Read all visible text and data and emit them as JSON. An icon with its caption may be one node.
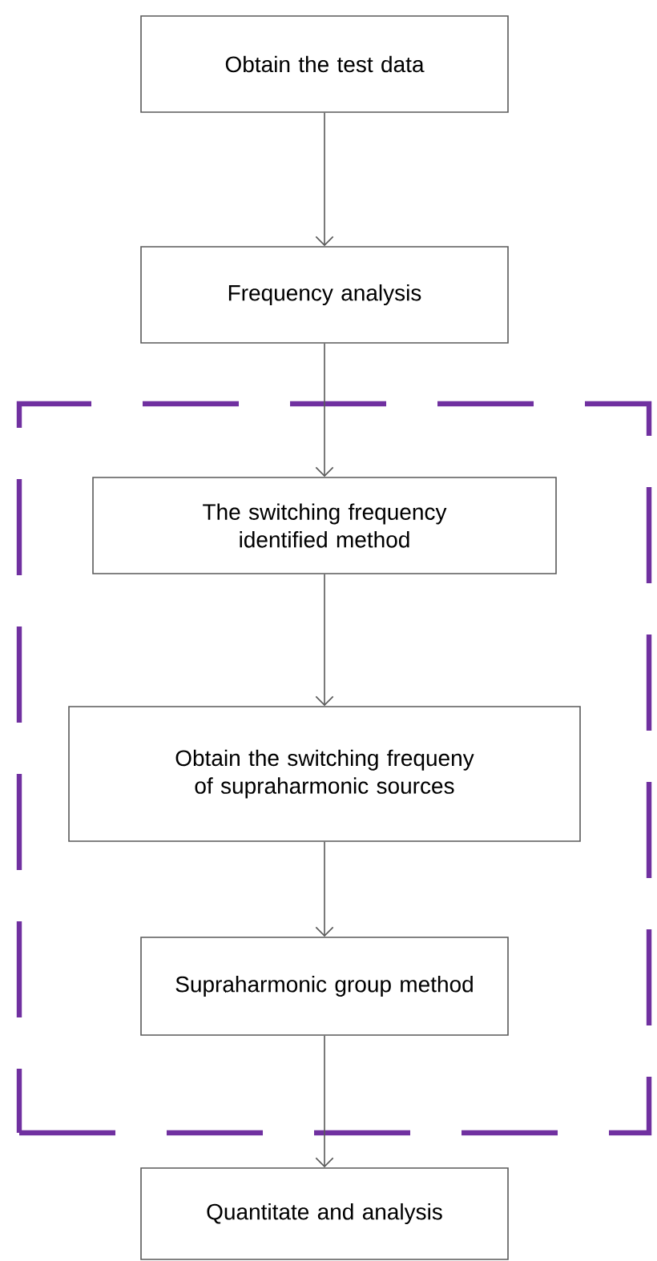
{
  "diagram": {
    "nodes": [
      {
        "text": [
          "Obtain the test data"
        ]
      },
      {
        "text": [
          "Frequency analysis"
        ]
      },
      {
        "text": [],
        "shape": "box"
      },
      {
        "text": [
          "The switching frequency identified method"
        ],
        "in": 2
      },
      {
        "text": [
          "Obtain the switching frequeny of supraharmonic sources"
        ],
        "in": 2
      },
      {
        "text": [
          "Supraharmonic group method"
        ],
        "in": 2
      },
      {
        "text": [
          "Quantitate and analysis"
        ]
      }
    ],
    "edges": [
      {
        "from": 0,
        "to": 1,
        "arrow": "to"
      },
      {
        "from": 1,
        "to": 3,
        "arrow": "to"
      },
      {
        "from": 3,
        "to": 4,
        "arrow": "to"
      },
      {
        "from": 4,
        "to": 5,
        "arrow": "to"
      },
      {
        "from": 5,
        "to": 6,
        "arrow": "to"
      }
    ]
  }
}
